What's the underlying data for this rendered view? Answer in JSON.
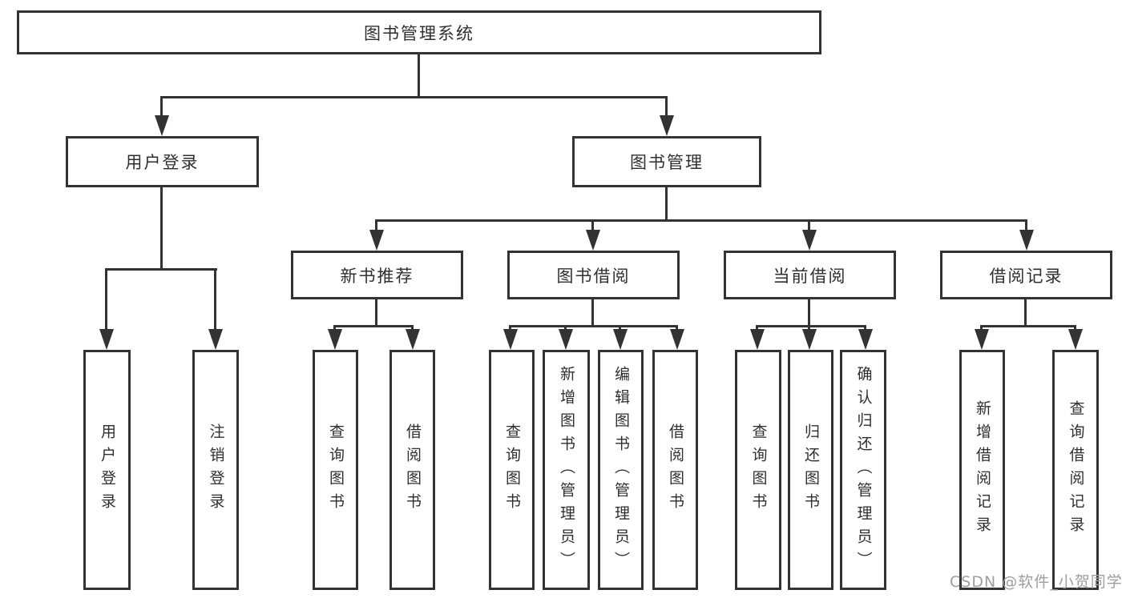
{
  "diagram": {
    "root": {
      "label": "图书管理系统"
    },
    "branches": [
      {
        "label": "用户登录",
        "children": [
          {
            "label": "用户登录"
          },
          {
            "label": "注销登录"
          }
        ]
      },
      {
        "label": "图书管理",
        "children": [
          {
            "label": "新书推荐",
            "children": [
              {
                "label": "查询图书"
              },
              {
                "label": "借阅图书"
              }
            ]
          },
          {
            "label": "图书借阅",
            "children": [
              {
                "label": "查询图书"
              },
              {
                "label": "新增图书（管理员）"
              },
              {
                "label": "编辑图书（管理员）"
              },
              {
                "label": "借阅图书"
              }
            ]
          },
          {
            "label": "当前借阅",
            "children": [
              {
                "label": "查询图书"
              },
              {
                "label": "归还图书"
              },
              {
                "label": "确认归还（管理员）"
              }
            ]
          },
          {
            "label": "借阅记录",
            "children": [
              {
                "label": "新增借阅记录"
              },
              {
                "label": "查询借阅记录"
              }
            ]
          }
        ]
      }
    ]
  },
  "watermark": "CSDN @软件_小贺同学",
  "colors": {
    "line": "#333333",
    "text": "#2f2f2f",
    "watermark": "#9e9e9e",
    "background": "#ffffff"
  }
}
